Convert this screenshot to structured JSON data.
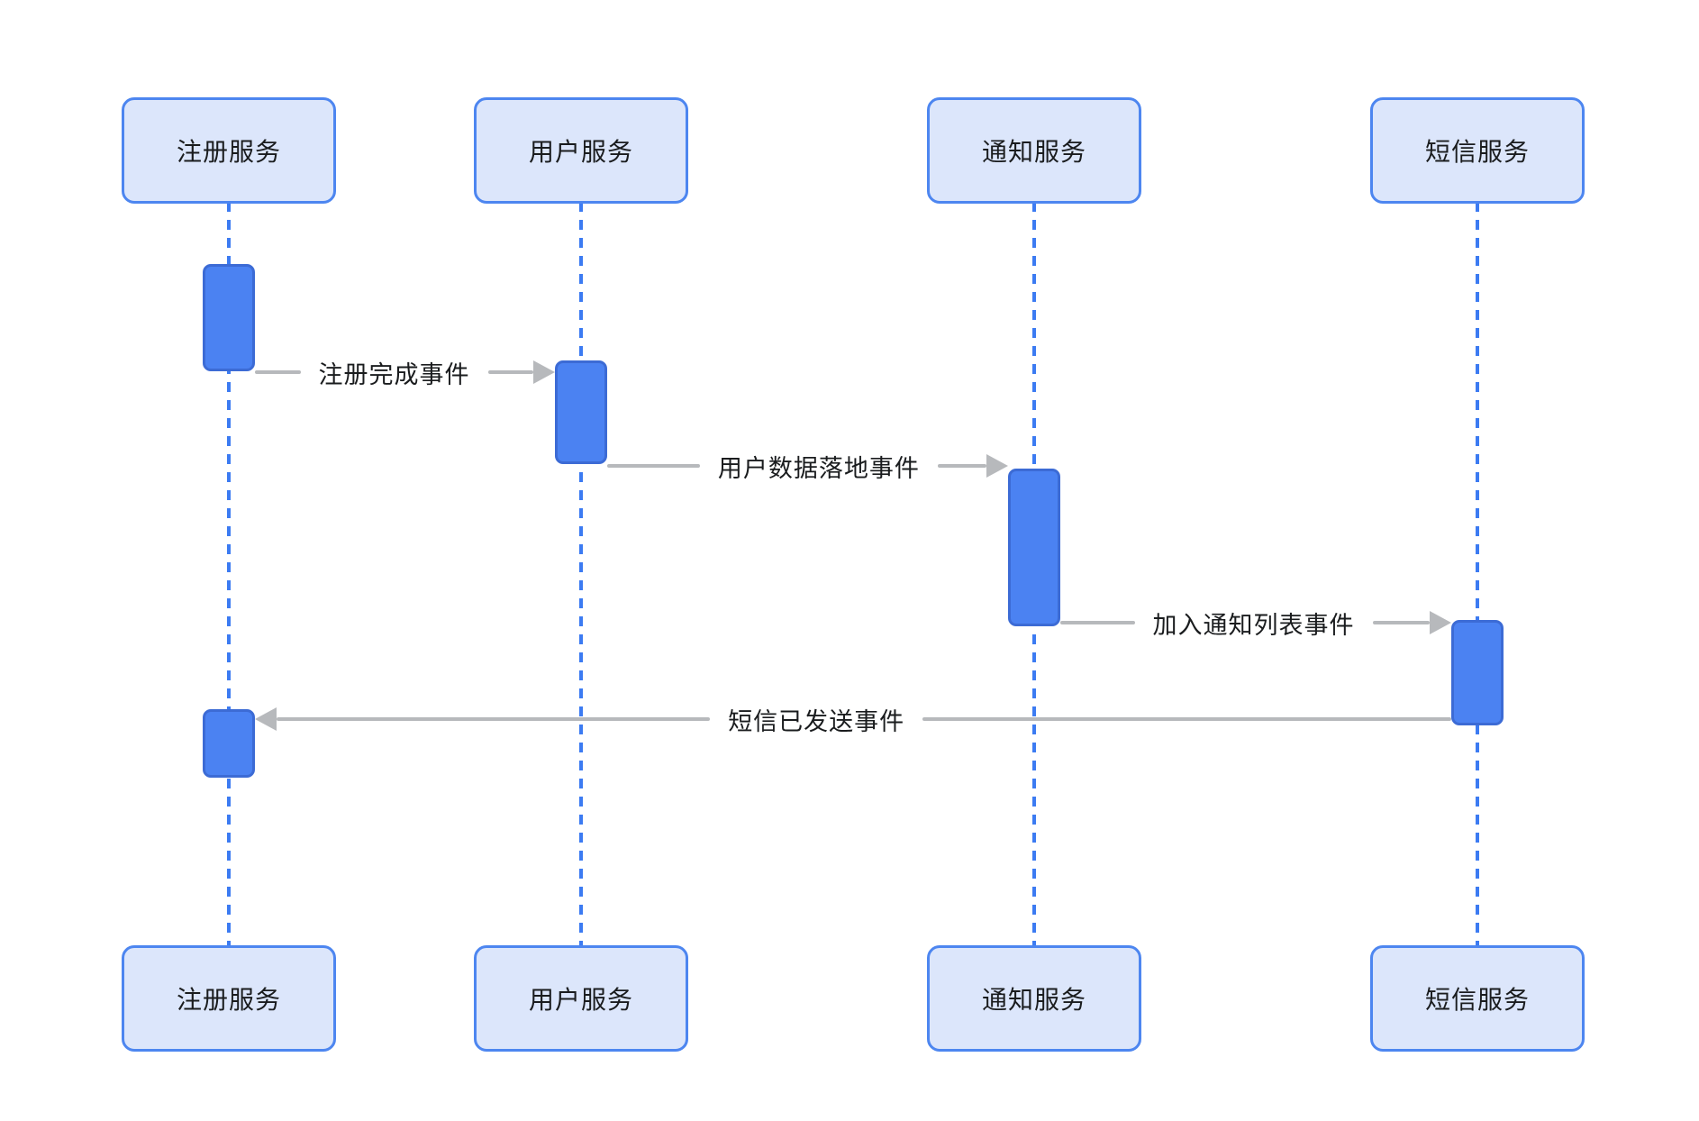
{
  "diagram": {
    "type": "sequence-diagram",
    "actors": [
      {
        "id": "register",
        "label": "注册服务"
      },
      {
        "id": "user",
        "label": "用户服务"
      },
      {
        "id": "notify",
        "label": "通知服务"
      },
      {
        "id": "sms",
        "label": "短信服务"
      }
    ],
    "messages": [
      {
        "label": "注册完成事件",
        "from": "注册服务",
        "to": "用户服务",
        "direction": "right"
      },
      {
        "label": "用户数据落地事件",
        "from": "用户服务",
        "to": "通知服务",
        "direction": "right"
      },
      {
        "label": "加入通知列表事件",
        "from": "通知服务",
        "to": "短信服务",
        "direction": "right"
      },
      {
        "label": "短信已发送事件",
        "from": "短信服务",
        "to": "注册服务",
        "direction": "left"
      }
    ],
    "colors": {
      "actor_fill": "#dce6fb",
      "actor_border": "#4d86f0",
      "lifeline": "#3c7bf2",
      "activation_fill": "#4b82f2",
      "activation_border": "#3c6bd5",
      "message_line": "#b7b9bc",
      "text": "#1a1c1e",
      "bg": "#ffffff"
    }
  }
}
